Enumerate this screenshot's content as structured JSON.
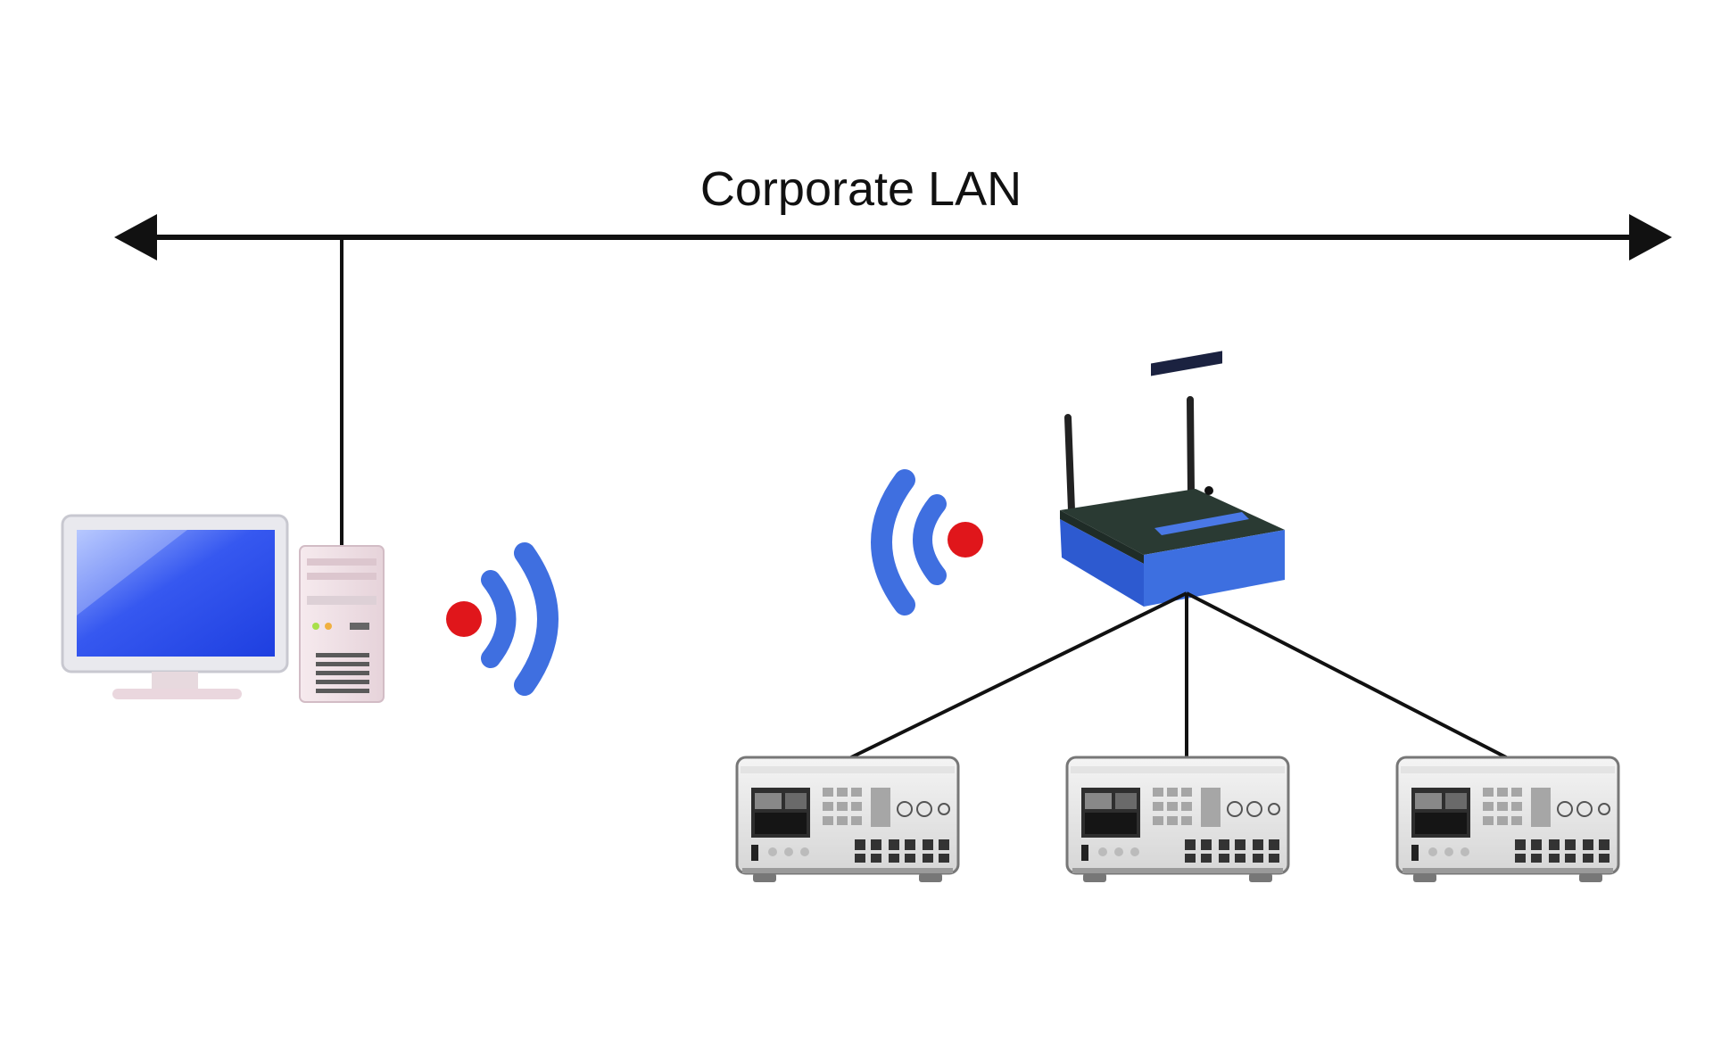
{
  "diagram": {
    "lan_label": "Corporate LAN",
    "nodes": [
      {
        "id": "pc",
        "kind": "desktop-computer-icon"
      },
      {
        "id": "router",
        "kind": "wireless-router-icon"
      },
      {
        "id": "instrument-1",
        "kind": "test-instrument-icon"
      },
      {
        "id": "instrument-2",
        "kind": "test-instrument-icon"
      },
      {
        "id": "instrument-3",
        "kind": "test-instrument-icon"
      }
    ],
    "connections": [
      {
        "from": "pc",
        "to": "lan",
        "type": "wired"
      },
      {
        "from": "pc",
        "to": "router",
        "type": "wireless"
      },
      {
        "from": "router",
        "to": "instrument-1",
        "type": "wired"
      },
      {
        "from": "router",
        "to": "instrument-2",
        "type": "wired"
      },
      {
        "from": "router",
        "to": "instrument-3",
        "type": "wired"
      }
    ],
    "colors": {
      "line": "#111111",
      "wireless_waves": "#3f6fe0",
      "wireless_dot": "#e0161b",
      "router_body": "#3d6fe0",
      "router_top": "#2a3a33",
      "screen": "#2c4fe8"
    }
  }
}
